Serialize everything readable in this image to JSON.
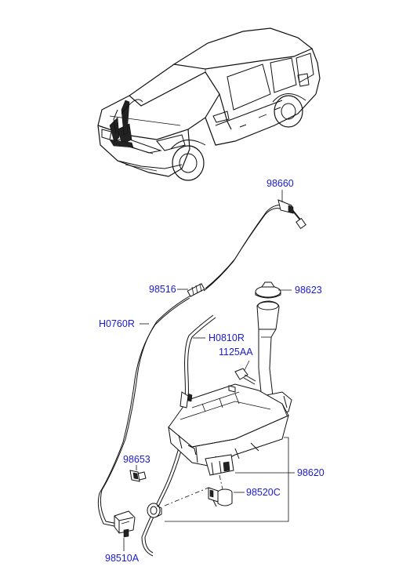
{
  "colors": {
    "label": "#1a1ad0",
    "line": "#111111"
  },
  "labels": {
    "p98660": "98660",
    "p98516": "98516",
    "p98623": "98623",
    "pH0760R": "H0760R",
    "pH0810R": "H0810R",
    "p1125AA": "1125AA",
    "p98653": "98653",
    "p98620": "98620",
    "p98520C": "98520C",
    "p98510A": "98510A"
  }
}
